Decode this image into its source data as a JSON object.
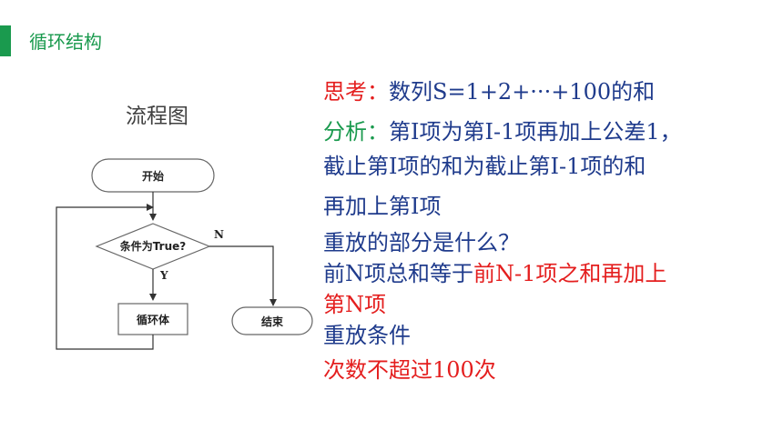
{
  "header": {
    "title": "循环结构"
  },
  "flowchart": {
    "title": "流程图",
    "start": "开始",
    "condition": "条件为True?",
    "no_label": "N",
    "yes_label": "Y",
    "body": "循环体",
    "end": "结束"
  },
  "content": {
    "line1_prefix": "思考：",
    "line1_text": "数列S=1+2+···+100的和",
    "line2_prefix": "分析：",
    "line2_text": "第I项为第I-1项再加上公差1，",
    "line3": "截止第I项的和为截止第I-1项的和",
    "line4": "再加上第I项",
    "line5": "重放的部分是什么？",
    "line6_prefix": "前N项总和等于",
    "line6_highlight": "前N-1项之和再加上",
    "line7": "第N项",
    "line8": "重放条件",
    "line9": "次数不超过100次"
  },
  "colors": {
    "accent": "#1a9a4e",
    "text_blue": "#1f3b8c",
    "text_red": "#e41e1e"
  }
}
